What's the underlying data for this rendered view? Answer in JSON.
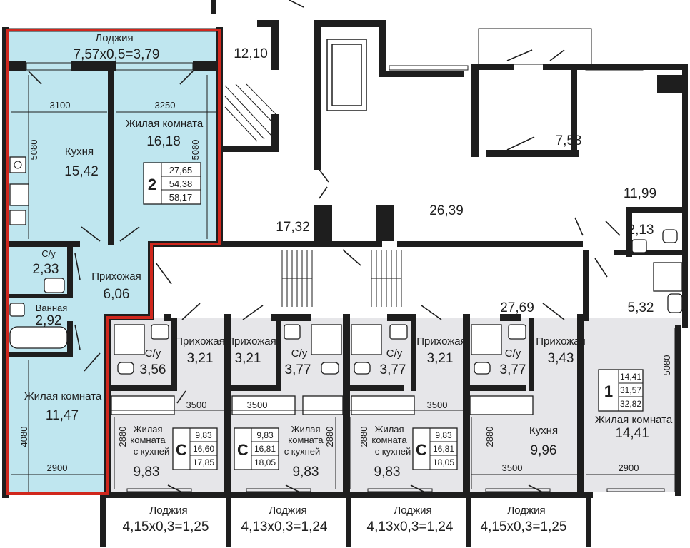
{
  "colors": {
    "highlight_fill": "#bfe6ef",
    "highlight_border": "#d0271d",
    "studio_fill": "#e6e6e9",
    "wall": "#1e1e1e"
  },
  "apt2": {
    "loggia_title": "Лоджия",
    "loggia_formula": "7,57х0,5=3,79",
    "dim_3100": "3100",
    "dim_3250": "3250",
    "dim_5080_left": "5080",
    "dim_5080_mid": "5080",
    "kitchen_label": "Кухня",
    "kitchen_area": "15,42",
    "living1_label": "Жилая комната",
    "living1_area": "16,18",
    "badge_rooms": "2",
    "badge_v1": "27,65",
    "badge_v2": "54,38",
    "badge_v3": "58,17",
    "wc_label": "С/у",
    "wc_area": "2,33",
    "hall_label": "Прихожая",
    "hall_area": "6,06",
    "bath_label": "Ванная",
    "bath_area": "2,92",
    "living2_label": "Жилая комната",
    "living2_area": "11,47",
    "dim_4080": "4080",
    "dim_2900": "2900"
  },
  "common": {
    "stair_top_area": "12,10",
    "lift_hall_area": "17,32",
    "corridor_area": "26,39",
    "right_corridor_area": "27,69",
    "room_753": "7,53",
    "room_1199": "11,99",
    "room_213": "2,13",
    "room_532": "5,32"
  },
  "studios": [
    {
      "hall_label": "Прихожая",
      "hall_area": "3,21",
      "wc_label": "С/у",
      "wc_area": "3,56",
      "dim_w": "3500",
      "dim_h": "2880",
      "room_label_1": "Жилая",
      "room_label_2": "комната",
      "room_label_3": "с кухней",
      "room_area": "9,83",
      "badge_letter": "С",
      "badge_v1": "9,83",
      "badge_v2": "16,60",
      "badge_v3": "17,85",
      "loggia_title": "Лоджия",
      "loggia_formula": "4,15х0,3=1,25"
    },
    {
      "hall_label": "Прихожая",
      "hall_area": "3,21",
      "wc_label": "С/у",
      "wc_area": "3,77",
      "dim_w": "3500",
      "dim_h": "2880",
      "room_label_1": "Жилая",
      "room_label_2": "комната",
      "room_label_3": "с кухней",
      "room_area": "9,83",
      "badge_letter": "С",
      "badge_v1": "9,83",
      "badge_v2": "16,81",
      "badge_v3": "18,05",
      "loggia_title": "Лоджия",
      "loggia_formula": "4,13х0,3=1,24"
    },
    {
      "hall_label": "Прихожая",
      "hall_area": "3,21",
      "wc_label": "С/у",
      "wc_area": "3,77",
      "dim_w": "3500",
      "dim_h": "2880",
      "room_label_1": "Жилая",
      "room_label_2": "комната",
      "room_label_3": "с кухней",
      "room_area": "9,83",
      "badge_letter": "С",
      "badge_v1": "9,83",
      "badge_v2": "16,81",
      "badge_v3": "18,05",
      "loggia_title": "Лоджия",
      "loggia_formula": "4,13х0,3=1,24"
    }
  ],
  "apt1": {
    "hall_label": "Прихожая",
    "hall_area": "3,43",
    "wc_label": "С/у",
    "wc_area": "3,77",
    "kitchen_label": "Кухня",
    "kitchen_area": "9,96",
    "dim_3500": "3500",
    "dim_2880": "2880",
    "dim_2900": "2900",
    "dim_5080": "5080",
    "badge_rooms": "1",
    "badge_v1": "14,41",
    "badge_v2": "31,57",
    "badge_v3": "32,82",
    "living_label": "Жилая комната",
    "living_area": "14,41",
    "loggia_title": "Лоджия",
    "loggia_formula": "4,15х0,3=1,25"
  }
}
